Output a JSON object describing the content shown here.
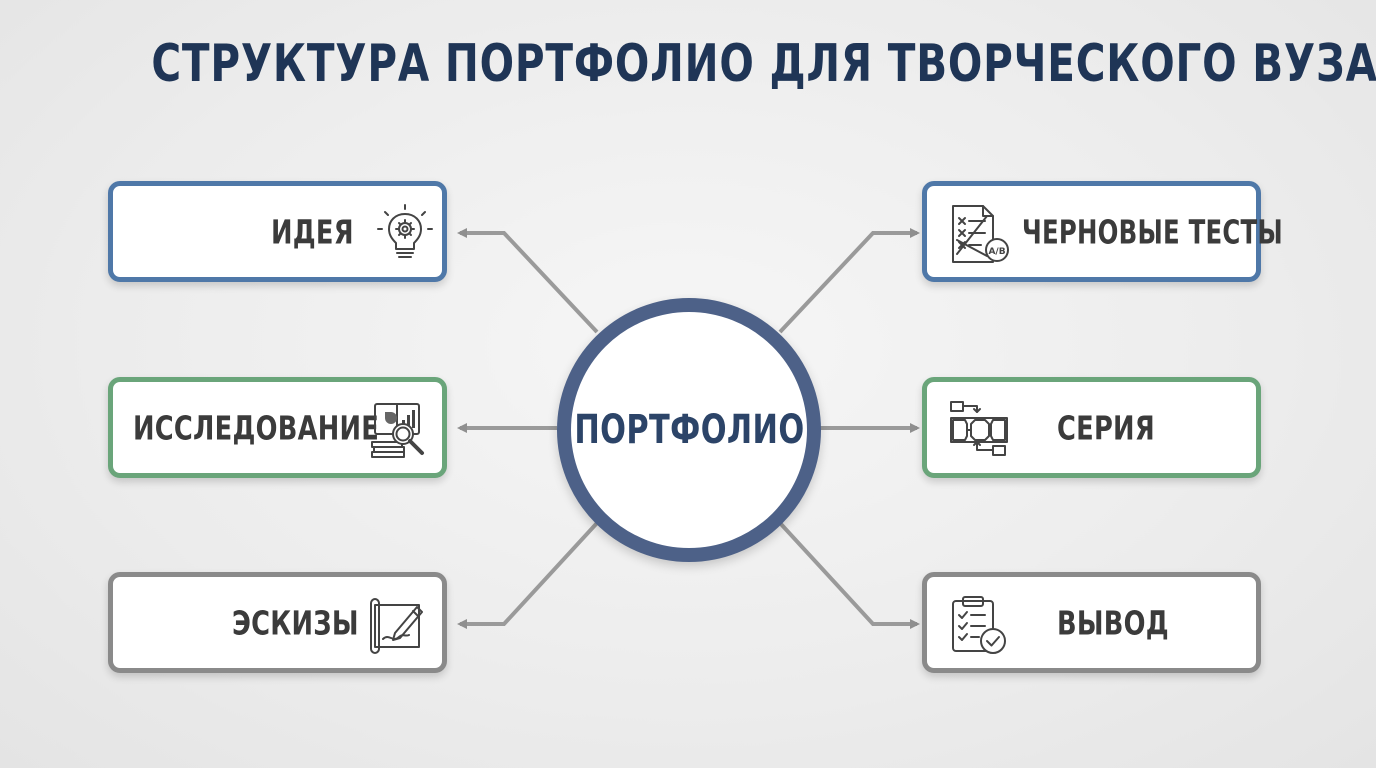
{
  "title": "СТРУКТУРА ПОРТФОЛИО ДЛЯ ТВОРЧЕСКОГО ВУЗА",
  "hub": {
    "label": "ПОРТФОЛИО"
  },
  "nodes": {
    "idea": {
      "label": "ИДЕЯ",
      "icon": "lightbulb-gear-icon",
      "color": "#4f78a8"
    },
    "research": {
      "label": "ИССЛЕДОВАНИЕ",
      "icon": "research-magnifier-icon",
      "color": "#6aa57a"
    },
    "sketches": {
      "label": "ЭСКИЗЫ",
      "icon": "drawing-pencil-icon",
      "color": "#8a8a8a"
    },
    "drafts": {
      "label": "ЧЕРНОВЫЕ ТЕСТЫ",
      "icon": "ab-test-document-icon",
      "color": "#4f78a8",
      "icon_text": "A/B"
    },
    "series": {
      "label": "СЕРИЯ",
      "icon": "flowchart-icon",
      "color": "#6aa57a"
    },
    "conclusion": {
      "label": "ВЫВОД",
      "icon": "clipboard-check-icon",
      "color": "#8a8a8a"
    }
  }
}
